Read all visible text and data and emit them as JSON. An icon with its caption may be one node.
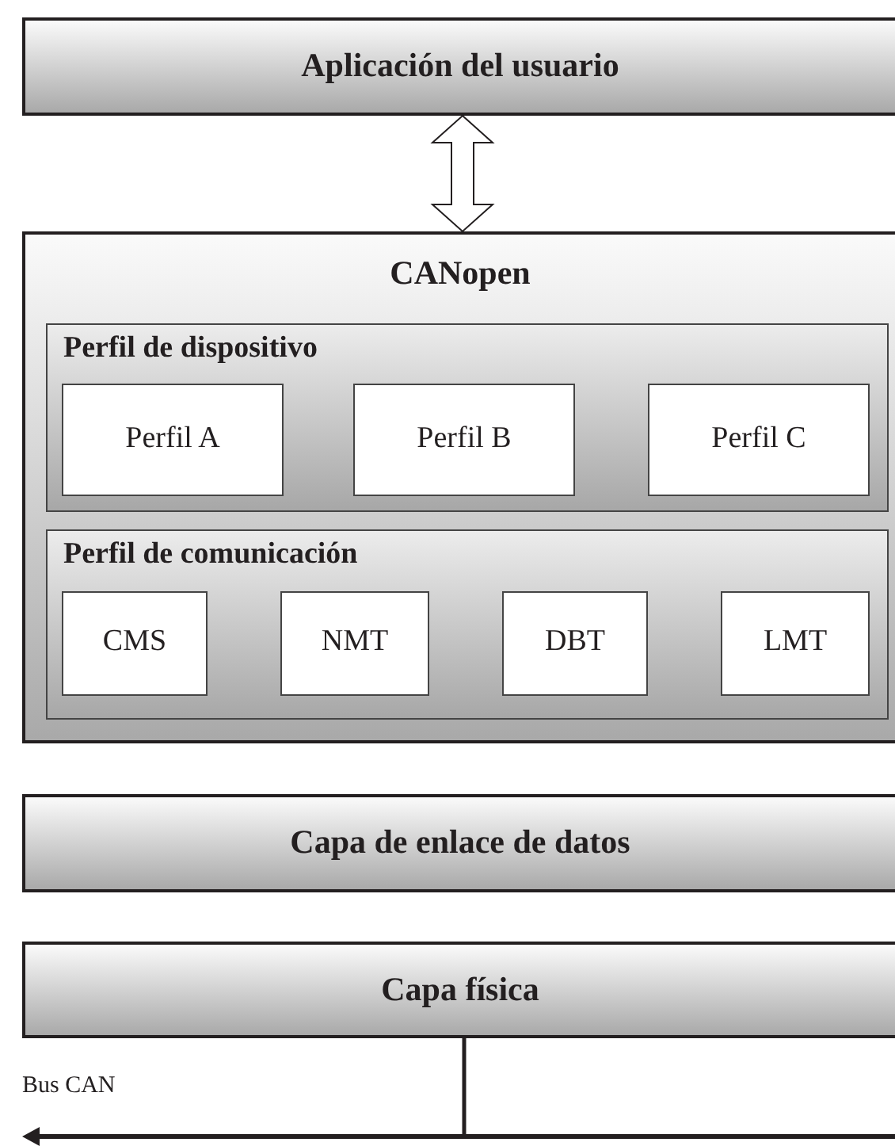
{
  "diagram": {
    "nodes": [
      {
        "text": [
          "Aplicación del usuario"
        ]
      },
      {
        "text": [
          "CANopen"
        ]
      },
      {
        "text": [
          "Perfil de dispositivo"
        ],
        "in": 1
      },
      {
        "text": [
          "Perfil A"
        ],
        "in": 2
      },
      {
        "text": [
          "Perfil B"
        ],
        "in": 2
      },
      {
        "text": [
          "Perfil C"
        ],
        "in": 2
      },
      {
        "text": [
          "Perfil de comunicación"
        ],
        "in": 1
      },
      {
        "text": [
          "CMS"
        ],
        "in": 6
      },
      {
        "text": [
          "NMT"
        ],
        "in": 6
      },
      {
        "text": [
          "DBT"
        ],
        "in": 6
      },
      {
        "text": [
          "LMT"
        ],
        "in": 6
      },
      {
        "text": [
          "Capa de enlace de datos"
        ]
      },
      {
        "text": [
          "Capa física"
        ]
      },
      {
        "text": [],
        "shape": "bar",
        "beside": [
          "Bus CAN"
        ]
      }
    ],
    "edges": [
      {
        "from": 0,
        "to": 1,
        "arrow": "both"
      },
      {
        "from": 12,
        "to": 13,
        "arrow": "none"
      }
    ]
  }
}
